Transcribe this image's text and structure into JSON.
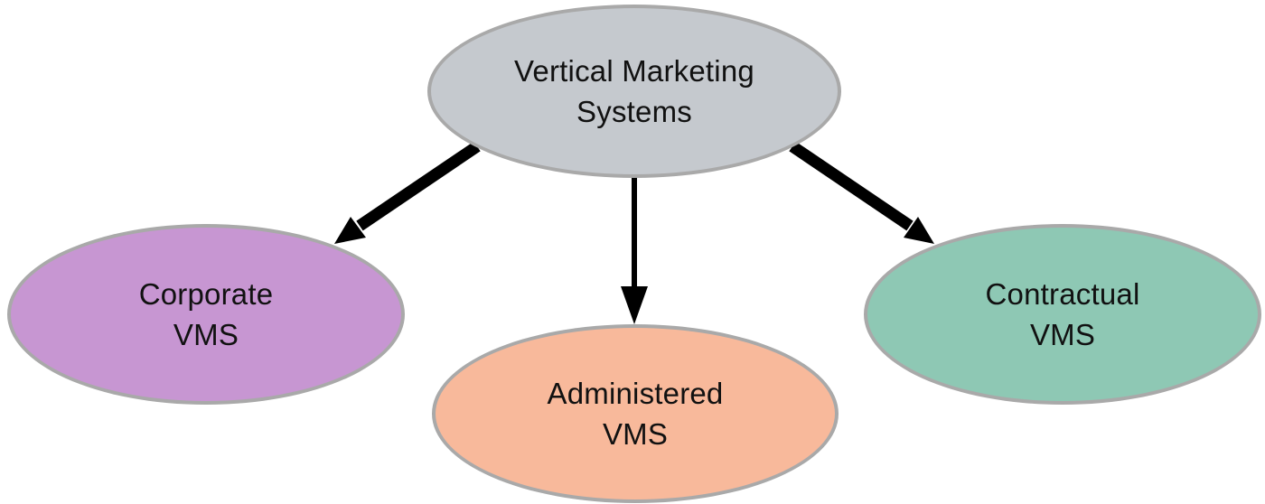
{
  "diagram": {
    "background_color": "#ffffff",
    "outline_color": "#a9a9a9",
    "arrow_color": "#000000",
    "text_color": "#111111",
    "nodes": [
      {
        "id": "vertical-marketing-systems",
        "lines": [
          "Vertical Marketing",
          "Systems"
        ],
        "fill": "#c5c9ce"
      },
      {
        "id": "corporate-vms",
        "lines": [
          "Corporate",
          "VMS"
        ],
        "fill": "#c796d2"
      },
      {
        "id": "administered-vms",
        "lines": [
          "Administered",
          "VMS"
        ],
        "fill": "#f8b99b"
      },
      {
        "id": "contractual-vms",
        "lines": [
          "Contractual",
          "VMS"
        ],
        "fill": "#8ec8b4"
      }
    ],
    "edges": [
      {
        "from": "vertical-marketing-systems",
        "to": "corporate-vms"
      },
      {
        "from": "vertical-marketing-systems",
        "to": "administered-vms"
      },
      {
        "from": "vertical-marketing-systems",
        "to": "contractual-vms"
      }
    ]
  }
}
